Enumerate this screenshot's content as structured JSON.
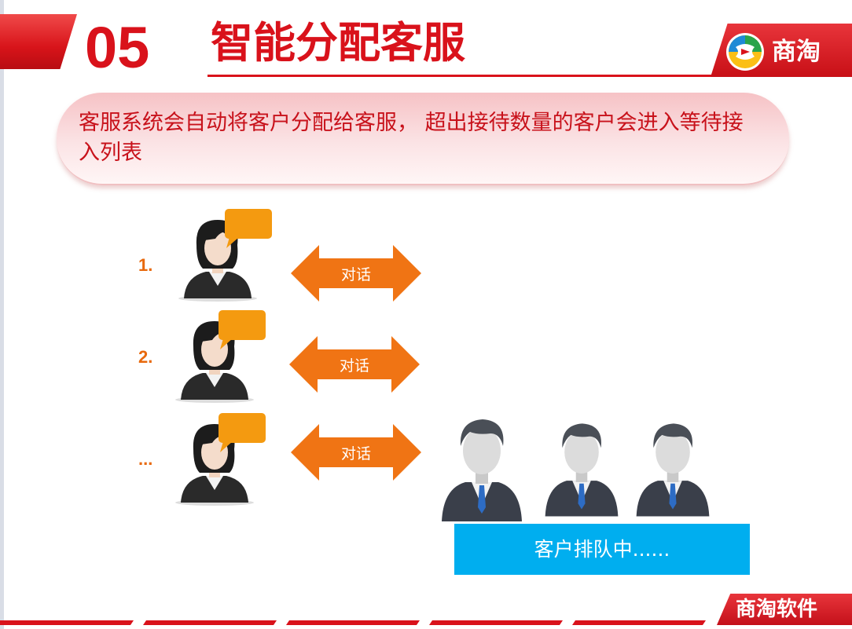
{
  "header": {
    "number": "05",
    "title": "智能分配客服",
    "logo_text": "商淘"
  },
  "banner": {
    "text": "客服系统会自动将客户分配给客服， 超出接待数量的客户会进入等待接入列表"
  },
  "rows": [
    {
      "number": "1.",
      "arrow_label": "对话"
    },
    {
      "number": "2.",
      "arrow_label": "对话"
    },
    {
      "number": "...",
      "arrow_label": "对话"
    }
  ],
  "queue": {
    "label": "客户排队中......"
  },
  "footer": {
    "logo_text": "商淘软件"
  },
  "colors": {
    "brand_red": "#d9121b",
    "orange": "#f07414",
    "queue_blue": "#00aeef"
  },
  "icons": [
    "female-agent-icon",
    "speech-bubble-icon",
    "double-arrow-icon",
    "male-customer-icon"
  ]
}
